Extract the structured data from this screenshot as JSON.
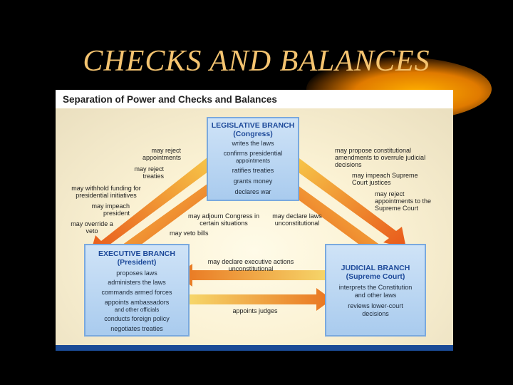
{
  "slide_title": "CHECKS AND BALANCES",
  "diagram": {
    "title": "Separation of Power and Checks and Balances",
    "legislative": {
      "name": "LEGISLATIVE BRANCH",
      "sub": "(Congress)",
      "powers": [
        "writes the laws",
        "confirms presidential",
        "appointments",
        "ratifies treaties",
        "grants money",
        "declares war"
      ]
    },
    "executive": {
      "name": "EXECUTIVE BRANCH",
      "sub": "(President)",
      "powers": [
        "proposes laws",
        "administers the laws",
        "commands armed forces",
        "appoints ambassadors",
        "and other officials",
        "conducts foreign policy",
        "negotiates treaties"
      ]
    },
    "judicial": {
      "name": "JUDICIAL BRANCH",
      "sub": "(Supreme Court)",
      "powers": [
        "interprets the Constitution",
        "and other laws",
        "reviews lower-court",
        "decisions"
      ]
    },
    "checks": {
      "leg_on_exec": [
        "may reject appointments",
        "may reject treaties",
        "may withhold funding for presidential initiatives",
        "may impeach president",
        "may override a veto"
      ],
      "exec_on_leg": [
        "may adjourn Congress in certain situations",
        "may veto bills"
      ],
      "leg_on_jud": [
        "may propose constitutional amendments to overrule judicial decisions",
        "may impeach Supreme Court justices",
        "may reject appointments to the Supreme Court"
      ],
      "jud_on_leg": "may declare laws unconstitutional",
      "jud_on_exec": "may declare executive actions unconstitutional",
      "exec_on_jud": "appoints judges"
    }
  }
}
